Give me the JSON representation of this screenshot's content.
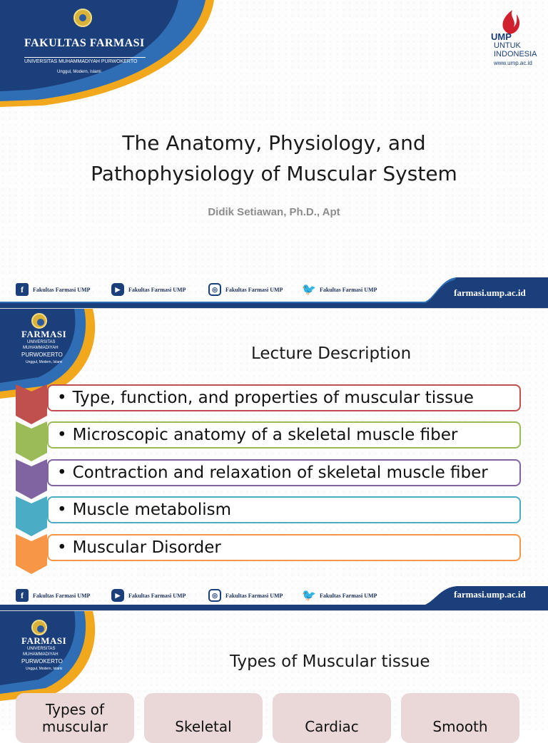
{
  "slide1": {
    "faculty_title": "FAKULTAS FARMASI",
    "university": "UNIVERSITAS MUHAMMADIYAH PURWOKERTO",
    "motto": "Unggul, Modern, Islami",
    "ump_logo": {
      "brand": "UMP",
      "line1": "UNTUK",
      "line2": "INDONESIA",
      "url": "www.ump.ac.id"
    },
    "title_line1": "The Anatomy, Physiology, and",
    "title_line2": "Pathophysiology of Muscular System",
    "author": "Didik Setiawan, Ph.D., Apt"
  },
  "footer": {
    "social": [
      {
        "icon": "facebook-icon",
        "label": "Fakultas Farmasi UMP"
      },
      {
        "icon": "youtube-icon",
        "label": "Fakultas Farmasi UMP"
      },
      {
        "icon": "instagram-icon",
        "label": "Fakultas Farmasi UMP"
      },
      {
        "icon": "twitter-icon",
        "label": "Fakultas Farmasi UMP"
      }
    ],
    "website": "farmasi.ump.ac.id"
  },
  "small_badge": {
    "title": "FARMASI",
    "line1": "UNIVERSITAS",
    "line2": "MUHAMMADIYAH",
    "line3": "PURWOKERTO",
    "motto": "Unggul, Modern, Islami"
  },
  "slide2": {
    "heading": "Lecture Description",
    "bullet": "•",
    "items": [
      {
        "text": "Type, function, and properties of muscular tissue",
        "color": "#c0504d"
      },
      {
        "text": "Microscopic anatomy of a skeletal muscle fiber",
        "color": "#9bbb59"
      },
      {
        "text": "Contraction and relaxation of skeletal muscle fiber",
        "color": "#8064a2"
      },
      {
        "text": "Muscle metabolism",
        "color": "#4bacc6"
      },
      {
        "text": "Muscular Disorder",
        "color": "#f79646"
      }
    ]
  },
  "slide3": {
    "heading": "Types of Muscular tissue",
    "cards": [
      "Types of muscular",
      "Skeletal",
      "Cardiac",
      "Smooth"
    ]
  },
  "colors": {
    "navy": "#1b3f7a",
    "gold": "#f2a81d",
    "blue": "#2f6db5"
  }
}
